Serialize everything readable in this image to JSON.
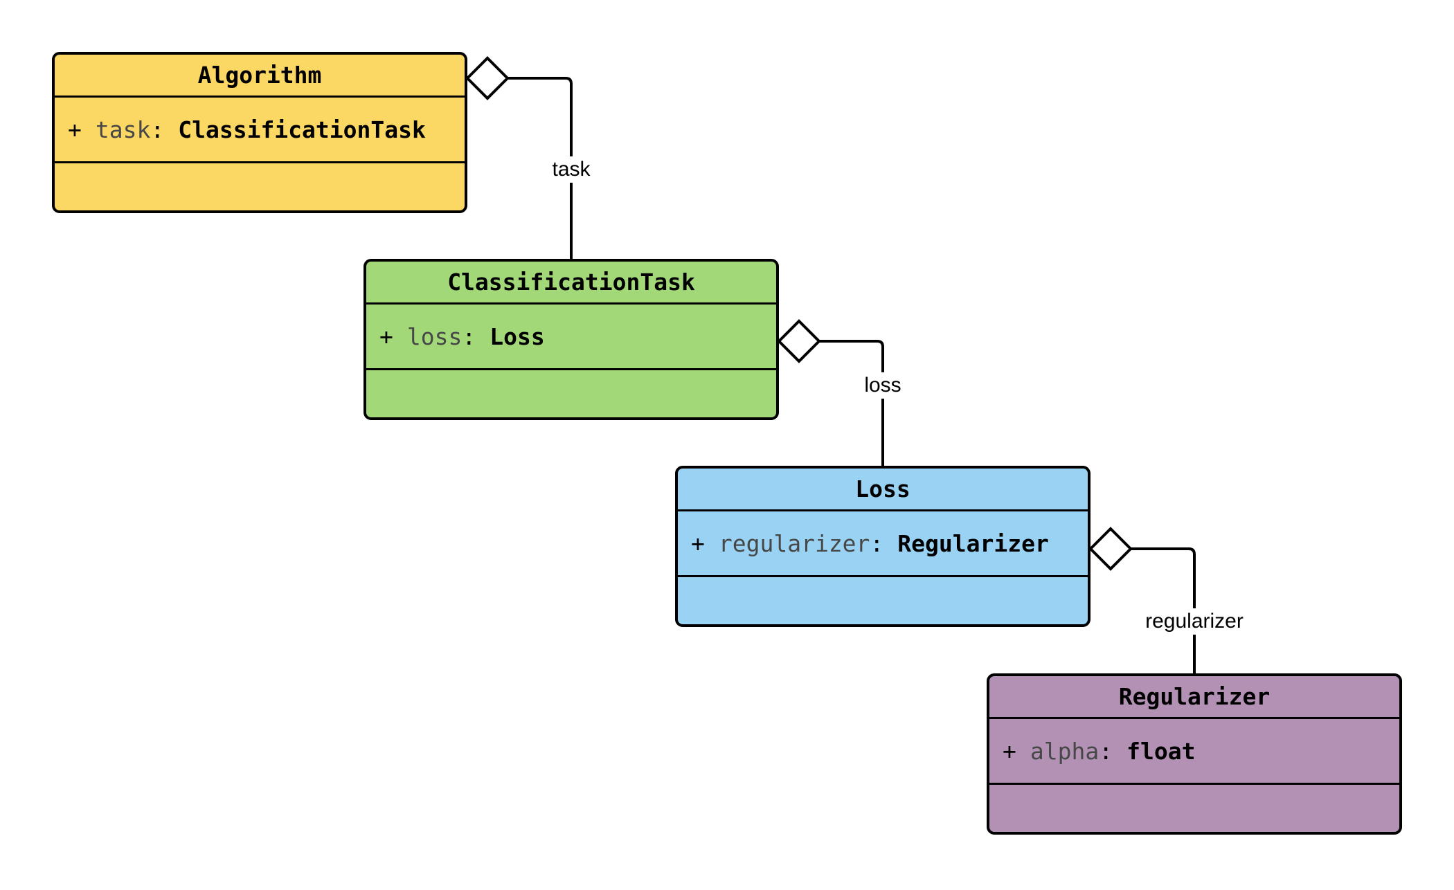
{
  "diagram": {
    "type": "uml-class-diagram",
    "background": "#ffffff",
    "line_color": "#000000",
    "attr_name_color": "#474747",
    "classes": [
      {
        "name": "Algorithm",
        "fill": "#FBD763",
        "attribute": {
          "visibility": "+",
          "name": "task",
          "colon": ":",
          "type": "ClassificationTask"
        }
      },
      {
        "name": "ClassificationTask",
        "fill": "#A2D877",
        "attribute": {
          "visibility": "+",
          "name": "loss",
          "colon": ":",
          "type": "Loss"
        }
      },
      {
        "name": "Loss",
        "fill": "#99D2F2",
        "attribute": {
          "visibility": "+",
          "name": "regularizer",
          "colon": ":",
          "type": "Regularizer"
        }
      },
      {
        "name": "Regularizer",
        "fill": "#B391B4",
        "attribute": {
          "visibility": "+",
          "name": "alpha",
          "colon": ":",
          "type": "float"
        }
      }
    ],
    "relations": [
      {
        "label": "task",
        "from": "Algorithm",
        "to": "ClassificationTask",
        "kind": "aggregation"
      },
      {
        "label": "loss",
        "from": "ClassificationTask",
        "to": "Loss",
        "kind": "aggregation"
      },
      {
        "label": "regularizer",
        "from": "Loss",
        "to": "Regularizer",
        "kind": "aggregation"
      }
    ]
  }
}
